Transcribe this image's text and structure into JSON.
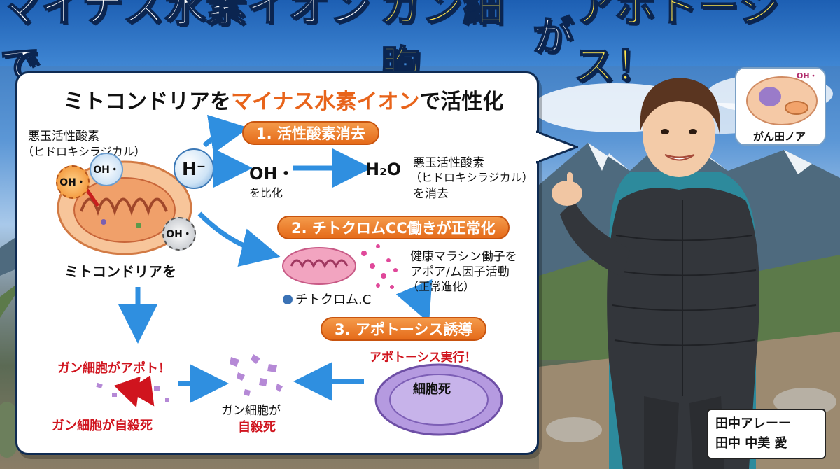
{
  "title": {
    "part1": "マイナス水素イオンで",
    "part2": "ガン細胞",
    "part3": "が",
    "part4": "アポトーシス！"
  },
  "panel": {
    "heading_pre": "ミトコンドリアを",
    "heading_highlight": "マイナス水素イオン",
    "heading_post": "で活性化",
    "ros_label_line1": "悪玉活性酸素",
    "ros_label_line2": "（ヒドロキシラジカル）",
    "oh_bubble": "OH・",
    "h_ion": "H⁻",
    "mito_label": "ミトコンドリアを",
    "step1": "1. 活性酸素消去",
    "oh_text": "OH・",
    "oh_sub": "を比化",
    "h2o": "H₂O",
    "h2o_desc_line1": "悪玉活性酸素",
    "h2o_desc_line2": "（ヒドロキシラジカル）",
    "h2o_desc_line3": "を消去",
    "step2": "2. チトクロムCC働きが正常化",
    "cyto_desc_line1": "健康マラシン働子を",
    "cyto_desc_line2": "アポア/ム因子活動",
    "cyto_desc_line3": "（正常進化）",
    "cyto_label": "チトクロム.C",
    "step3": "3. アポトーシス誘導",
    "apop_exec": "アポトーシス実行！",
    "cell_death": "細胞死",
    "cancer_apop": "ガン細胞がアポト！",
    "cancer_suicide": "ガン細胞が自殺死",
    "center_line1": "ガン細胞が",
    "center_line2": "自殺死"
  },
  "cell_card_label": "がん田ノア",
  "cell_card_oh": "OH・",
  "name_card": {
    "line1": "田中アレーー",
    "line2": "田中 中美 愛"
  },
  "colors": {
    "accent_orange": "#e8641b",
    "title_blue": "#1d5fb3",
    "title_yellow": "#ffe44a",
    "arrow_blue": "#2f8fe0",
    "red": "#d0141e"
  }
}
